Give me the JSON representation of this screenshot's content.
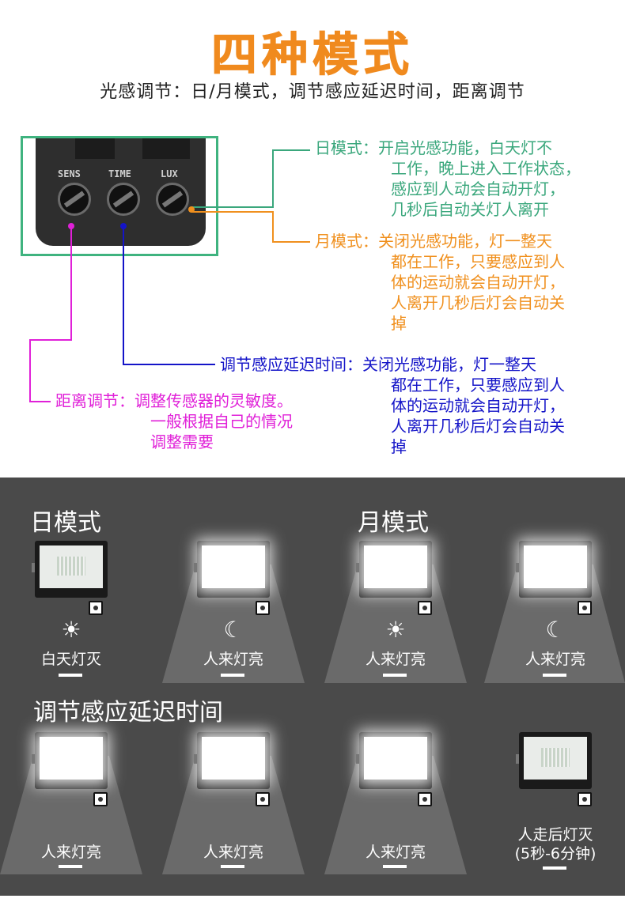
{
  "header": {
    "title": "四种模式",
    "subtitle": "光感调节：日/月模式，调节感应延迟时间，距离调节"
  },
  "device": {
    "knobs": [
      "SENS",
      "TIME",
      "LUX"
    ]
  },
  "annotations": {
    "day_mode": [
      "日模式：开启光感功能，白天灯不",
      "工作，晚上进入工作状态，",
      "感应到人动会自动开灯，",
      "几秒后自动关灯人离开"
    ],
    "moon_mode": [
      "月模式：关闭光感功能，灯一整天",
      "都在工作，只要感应到人",
      "体的运动就会自动开灯，",
      "人离开几秒后灯会自动关",
      "掉"
    ],
    "delay": [
      "调节感应延迟时间：关闭光感功能，灯一整天",
      "都在工作，只要感应到人",
      "体的运动就会自动开灯，",
      "人离开几秒后灯会自动关",
      "掉"
    ],
    "distance": [
      "距离调节：调整传感器的灵敏度。",
      "一般根据自己的情况",
      "调整需要"
    ]
  },
  "colors": {
    "title": "#f08a1e",
    "day": "#3aa77c",
    "moon": "#f0901e",
    "delay": "#1414c8",
    "distance": "#e020d8"
  },
  "modes": {
    "day_title": "日模式",
    "moon_title": "月模式",
    "delay_title": "调节感应延迟时间",
    "row1": [
      {
        "icon": "sun-icon",
        "label": "白天灯灭"
      },
      {
        "icon": "moon-icon",
        "label": "人来灯亮"
      },
      {
        "icon": "sun-icon",
        "label": "人来灯亮"
      },
      {
        "icon": "moon-icon",
        "label": "人来灯亮"
      }
    ],
    "row2": [
      {
        "label": "人来灯亮"
      },
      {
        "label": "人来灯亮"
      },
      {
        "label": "人来灯亮"
      },
      {
        "label": "人走后灯灭",
        "sub": "(5秒-6分钟)"
      }
    ]
  }
}
